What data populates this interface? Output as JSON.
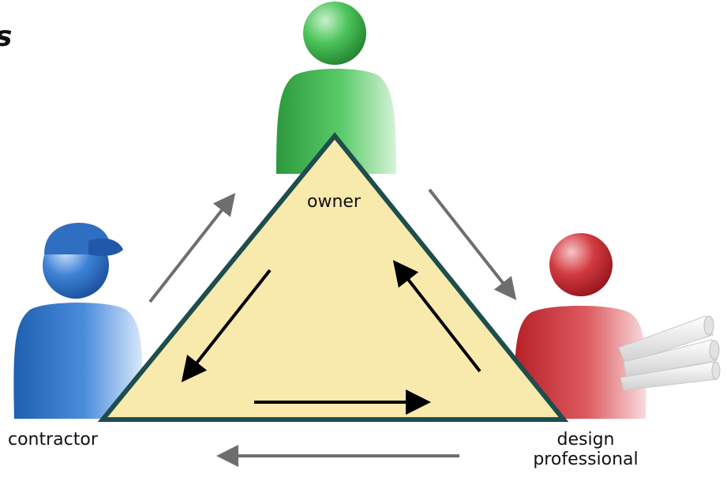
{
  "heading_fragment": "s",
  "parties": {
    "owner": {
      "label": "owner",
      "color": "#3db54a"
    },
    "contractor": {
      "label": "contractor",
      "color": "#2f6fc2"
    },
    "design_professional": {
      "label_line1": "design",
      "label_line2": "professional",
      "color": "#c8282e"
    }
  },
  "triangle": {
    "fill": "#f8e9ad",
    "stroke": "#1e4d4d"
  },
  "arrow_colors": {
    "inner": "#000000",
    "outer": "#6e6e6e"
  }
}
